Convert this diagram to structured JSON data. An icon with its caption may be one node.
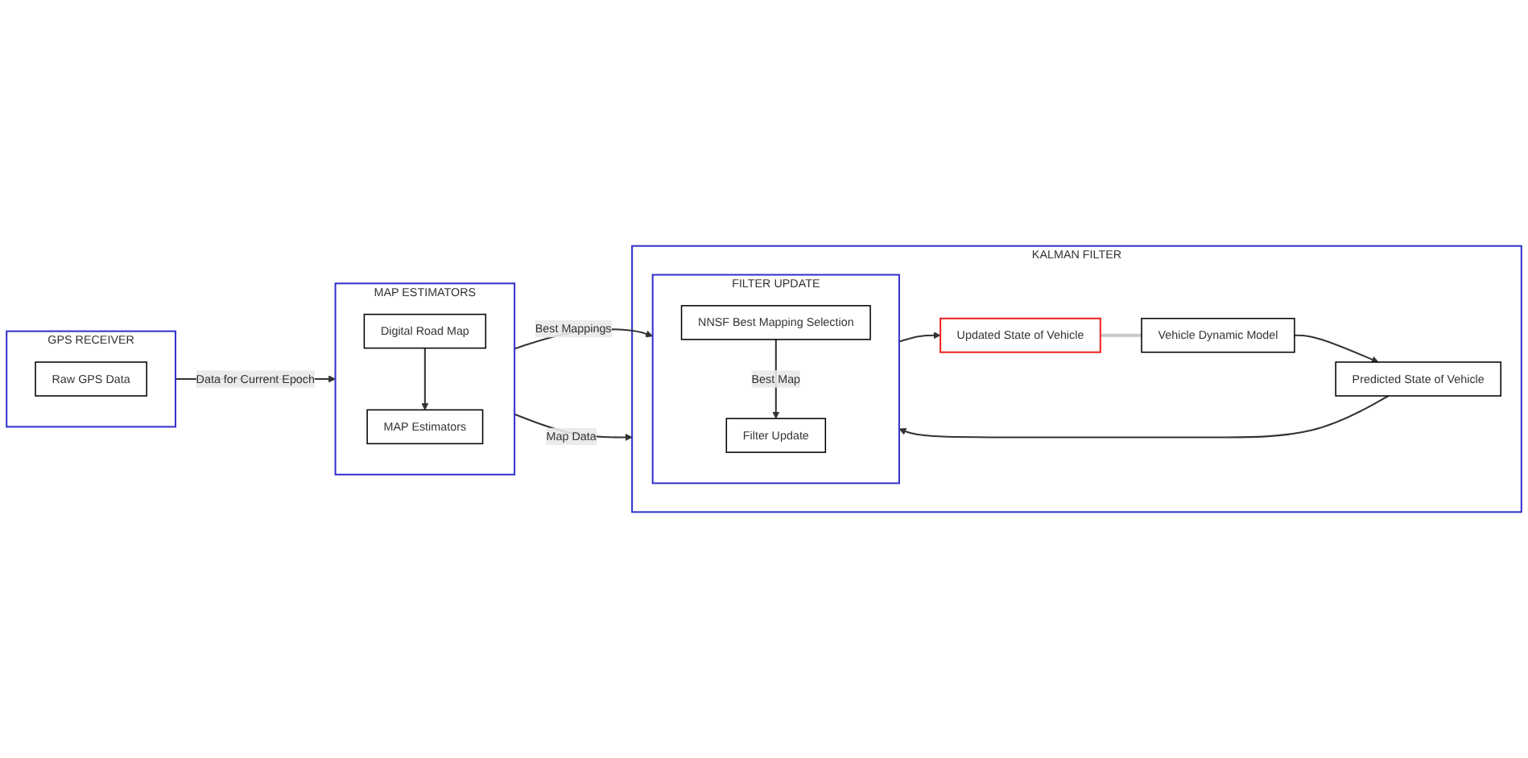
{
  "diagram": {
    "nodes": [
      {
        "text": [
          "GPS RECEIVER"
        ]
      },
      {
        "text": [
          "Raw GPS Data"
        ],
        "in": 0
      },
      {
        "text": [
          "MAP ESTIMATORS"
        ]
      },
      {
        "text": [
          "MAP Estimators"
        ],
        "in": 2
      },
      {
        "text": [
          "Digital Road Map"
        ],
        "in": 2
      },
      {
        "text": [
          "KALMAN FILTER"
        ]
      },
      {
        "text": [
          "Predicted State of Vehicle"
        ],
        "in": 5
      },
      {
        "text": [
          "FILTER UPDATE"
        ],
        "in": 5
      },
      {
        "text": [
          "NNSF Best Mapping Selection"
        ],
        "in": 7
      },
      {
        "text": [
          "Filter Update"
        ],
        "in": 7
      },
      {
        "text": [
          "Updated State of Vehicle"
        ],
        "in": 5
      },
      {
        "text": [
          "Vehicle Dynamic Model"
        ],
        "in": 5
      }
    ],
    "edges": [
      {
        "from": 0,
        "to": 2,
        "arrow": "to",
        "label": "Data for Current Epoch"
      },
      {
        "from": 4,
        "to": 3,
        "arrow": "to"
      },
      {
        "from": 2,
        "to": 7,
        "arrow": "to",
        "label": "Best Mappings"
      },
      {
        "from": 2,
        "to": 5,
        "arrow": "to",
        "label": "Map Data"
      },
      {
        "from": 8,
        "to": 9,
        "arrow": "to",
        "label": "Best Map"
      },
      {
        "from": 6,
        "to": 7,
        "arrow": "to"
      },
      {
        "from": 7,
        "to": 10,
        "arrow": "to"
      },
      {
        "from": 10,
        "to": 11,
        "arrow": "none",
        "color": "#c8c8c8"
      },
      {
        "from": 11,
        "to": 6,
        "arrow": "to"
      }
    ]
  }
}
